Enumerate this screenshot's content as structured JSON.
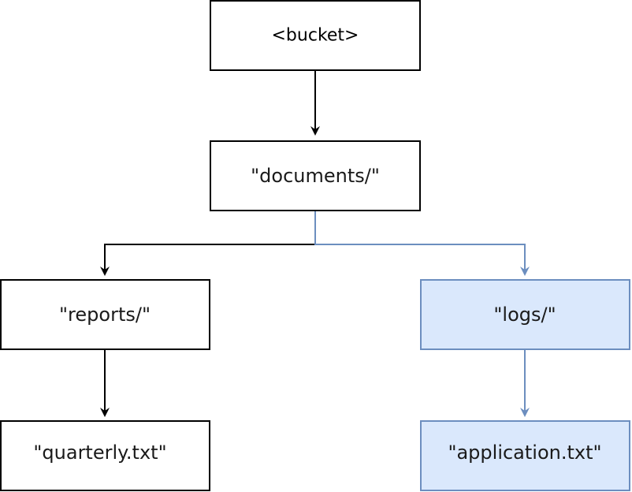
{
  "diagram": {
    "nodes": {
      "bucket": {
        "label": "<bucket>"
      },
      "documents": {
        "label": "\"documents/\""
      },
      "reports": {
        "label": "\"reports/\""
      },
      "logs": {
        "label": "\"logs/\""
      },
      "quarterly": {
        "label": "\"quarterly.txt\""
      },
      "application": {
        "label": "\"application.txt\""
      }
    },
    "colors": {
      "default_stroke": "#000000",
      "default_fill": "#ffffff",
      "highlight_stroke": "#6c8ebf",
      "highlight_fill": "#dae8fc",
      "text": "#1a1a1a"
    }
  }
}
